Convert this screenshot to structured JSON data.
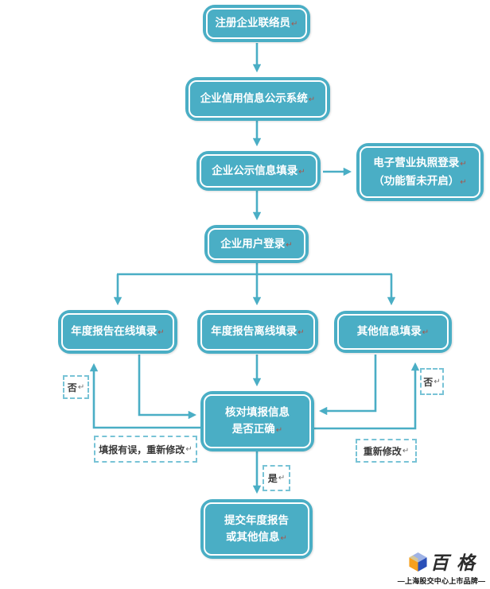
{
  "glyphs": {
    "return_mark": "↵"
  },
  "colors": {
    "teal": "#4AAEC5",
    "box_text": "#FFFFFF",
    "dashed_border": "#78C3D6",
    "label_text": "#3A3A3A",
    "mark_in_box": "#A6574C",
    "cube_blue_dark": "#2A4FB8",
    "cube_blue_light": "#9FB3E6",
    "cube_orange": "#F7A01E"
  },
  "nodes": {
    "register_liaison": {
      "line1": "注册企业联络员"
    },
    "credit_info_system": {
      "line1": "企业信用信息公示系统"
    },
    "public_info_entry": {
      "line1": "企业公示信息填录"
    },
    "elicense_login": {
      "line1": "电子营业执照登录",
      "line2": "（功能暂未开启）"
    },
    "user_login": {
      "line1": "企业用户登录"
    },
    "annual_online": {
      "line1": "年度报告在线填录"
    },
    "annual_offline": {
      "line1": "年度报告离线填录"
    },
    "other_info": {
      "line1": "其他信息填录"
    },
    "verify_info": {
      "line1": "核对填报信息",
      "line2": "是否正确"
    },
    "submit_report": {
      "line1": "提交年度报告",
      "line2": "或其他信息"
    }
  },
  "labels": {
    "no_left": "否",
    "no_right": "否",
    "yes": "是",
    "fix_left": "填报有误，重新修改",
    "fix_right": "重新修改"
  },
  "logo": {
    "brand": "百格",
    "tagline": "—上海股交中心上市品牌—"
  }
}
